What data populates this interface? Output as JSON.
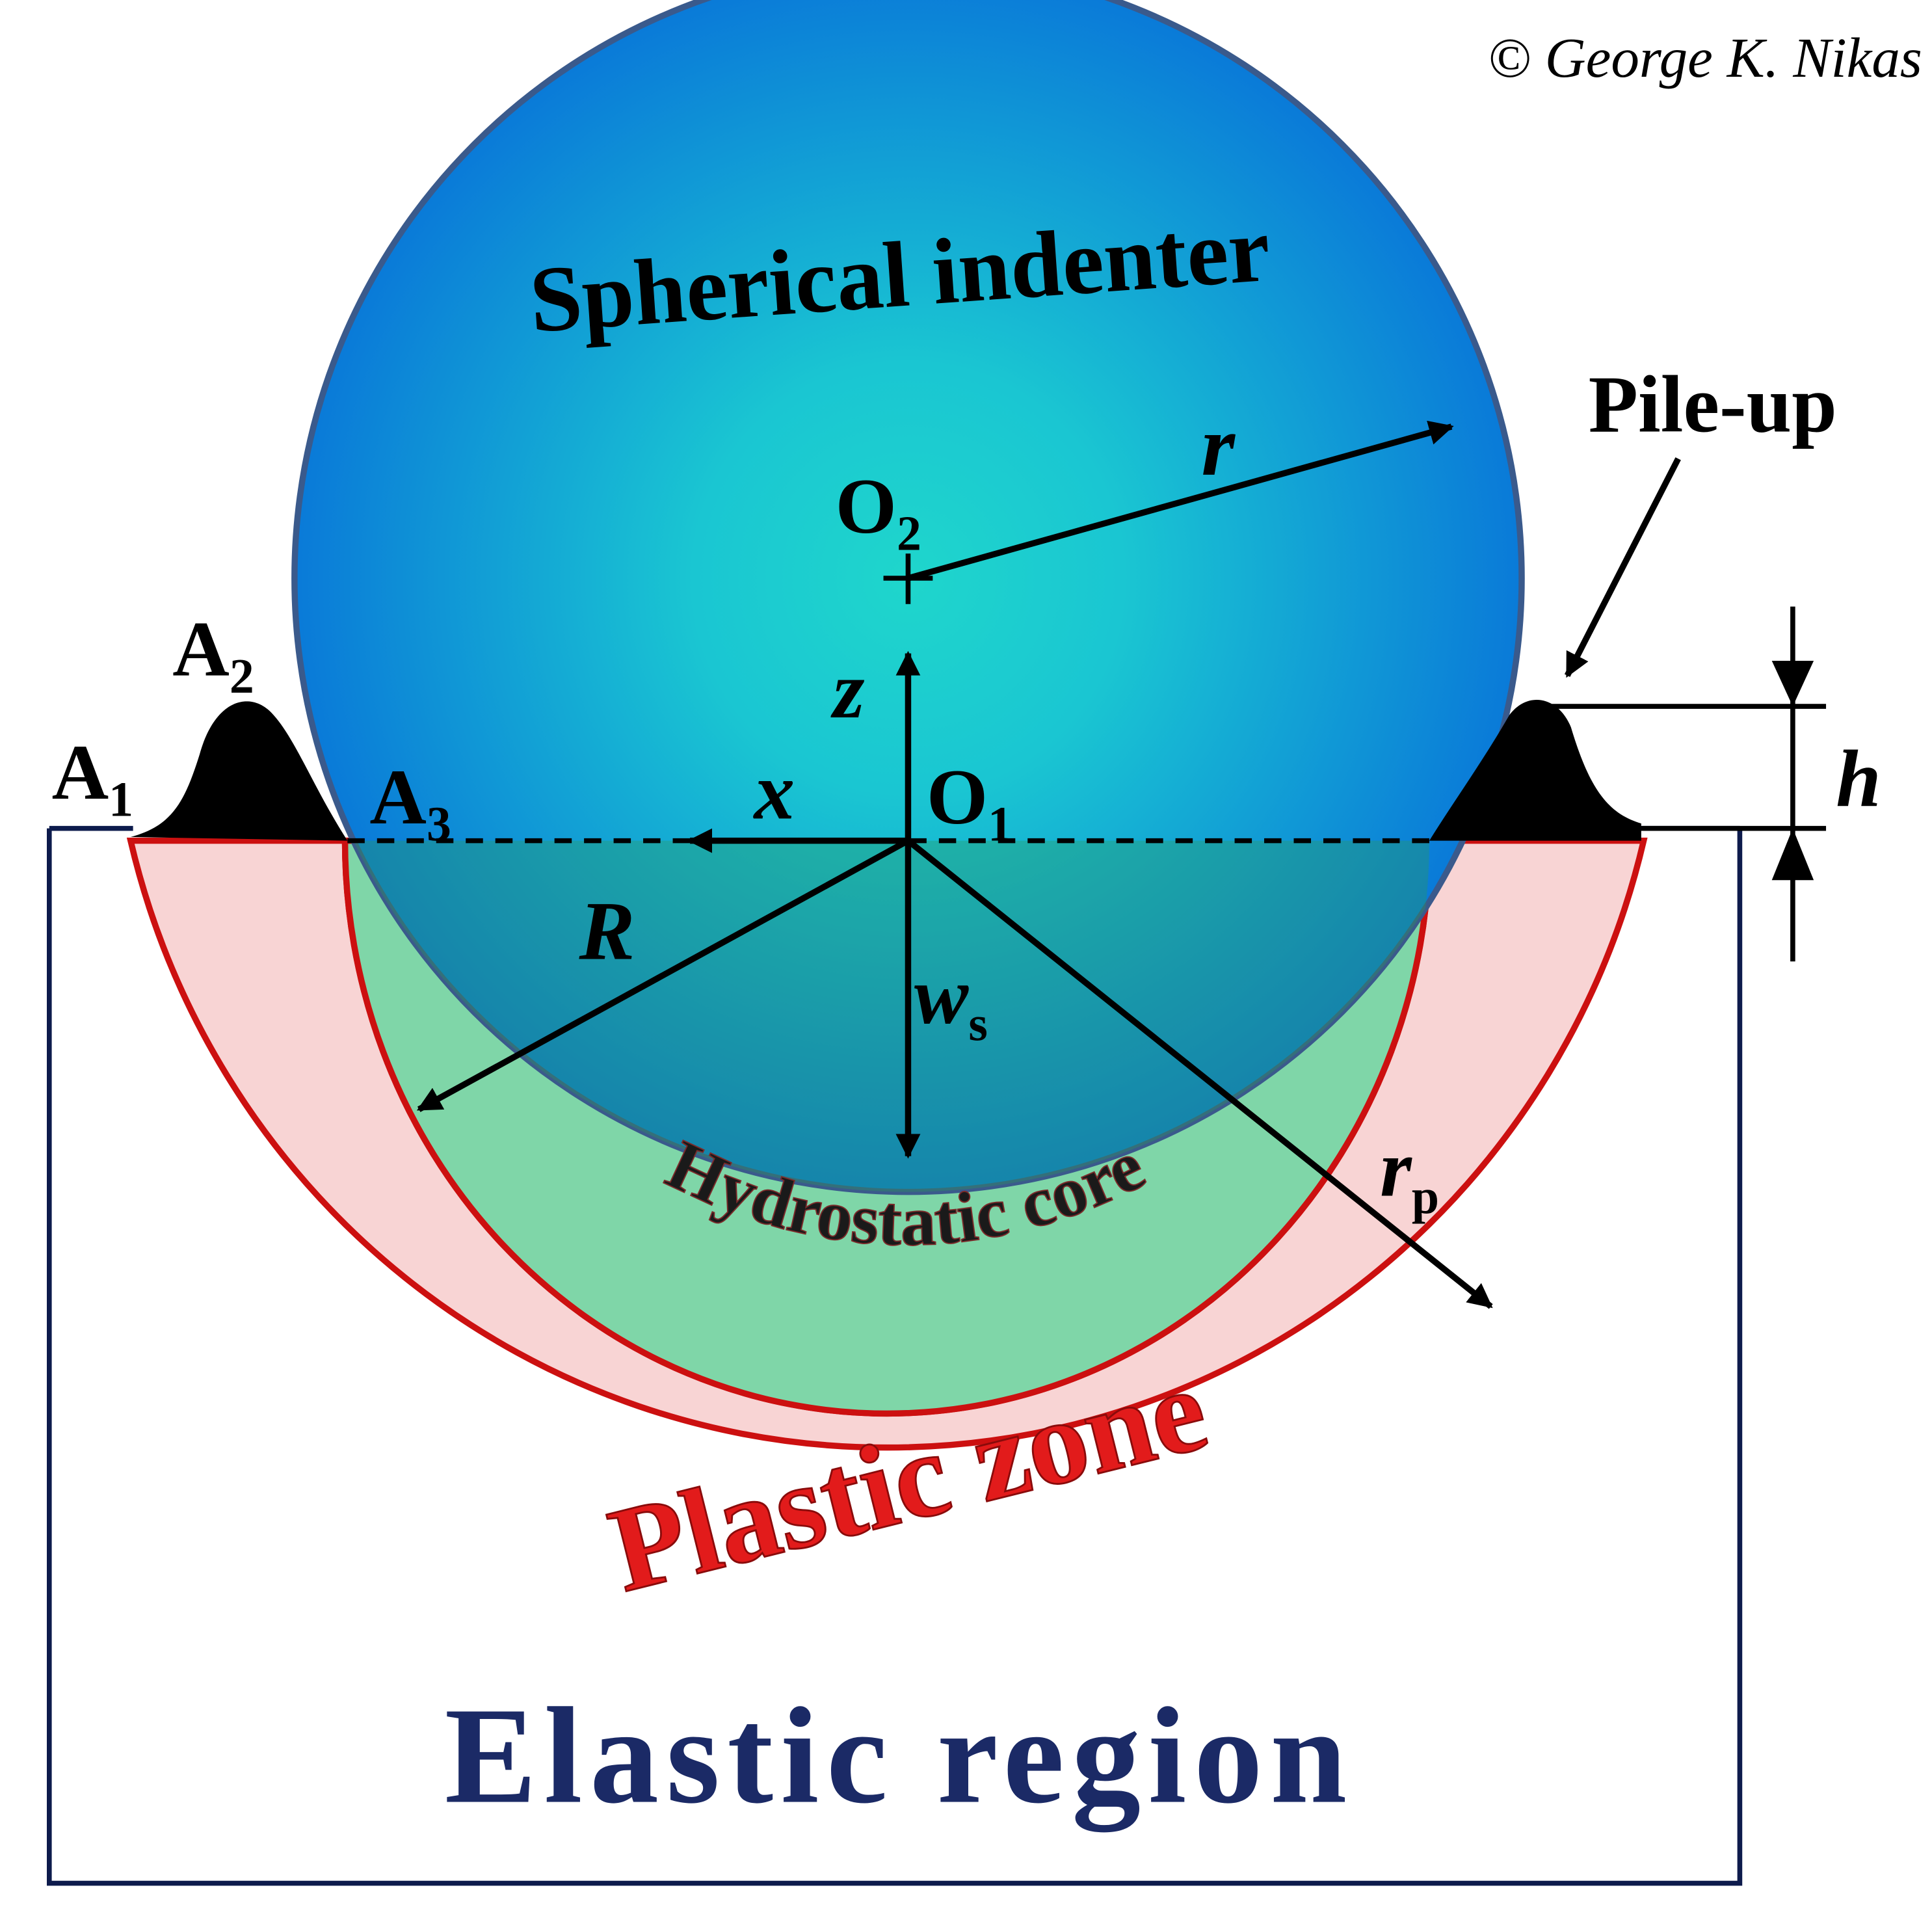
{
  "copyright": "© George K. Nikas",
  "regions": {
    "indenter": "Spherical indenter",
    "core": "Hydrostatic core",
    "plastic": "Plastic zone",
    "elastic": "Elastic region"
  },
  "labels": {
    "pile_up": "Pile-up",
    "r": "r",
    "R": "R",
    "z": "z",
    "x": "x",
    "h": "h",
    "O2": {
      "base": "O",
      "sub": "2"
    },
    "O1": {
      "base": "O",
      "sub": "1"
    },
    "A1": {
      "base": "A",
      "sub": "1"
    },
    "A2": {
      "base": "A",
      "sub": "2"
    },
    "A3": {
      "base": "A",
      "sub": "3"
    },
    "ws": {
      "base": "w",
      "sub": "s"
    },
    "rp": {
      "base": "r",
      "sub": "p"
    }
  },
  "colors": {
    "indenter_center": "#1fd6cc",
    "indenter_edge": "#0a7ad8",
    "indenter_outline": "#3a5a8c",
    "core_fill": "#7fd6a8",
    "plastic_fill": "#f8d4d4",
    "plastic_outline": "#cc1010",
    "plastic_text": "#e21b1b",
    "elastic_text": "#1b2a66",
    "box_outline": "#0d1b4c",
    "ink": "#000000"
  }
}
